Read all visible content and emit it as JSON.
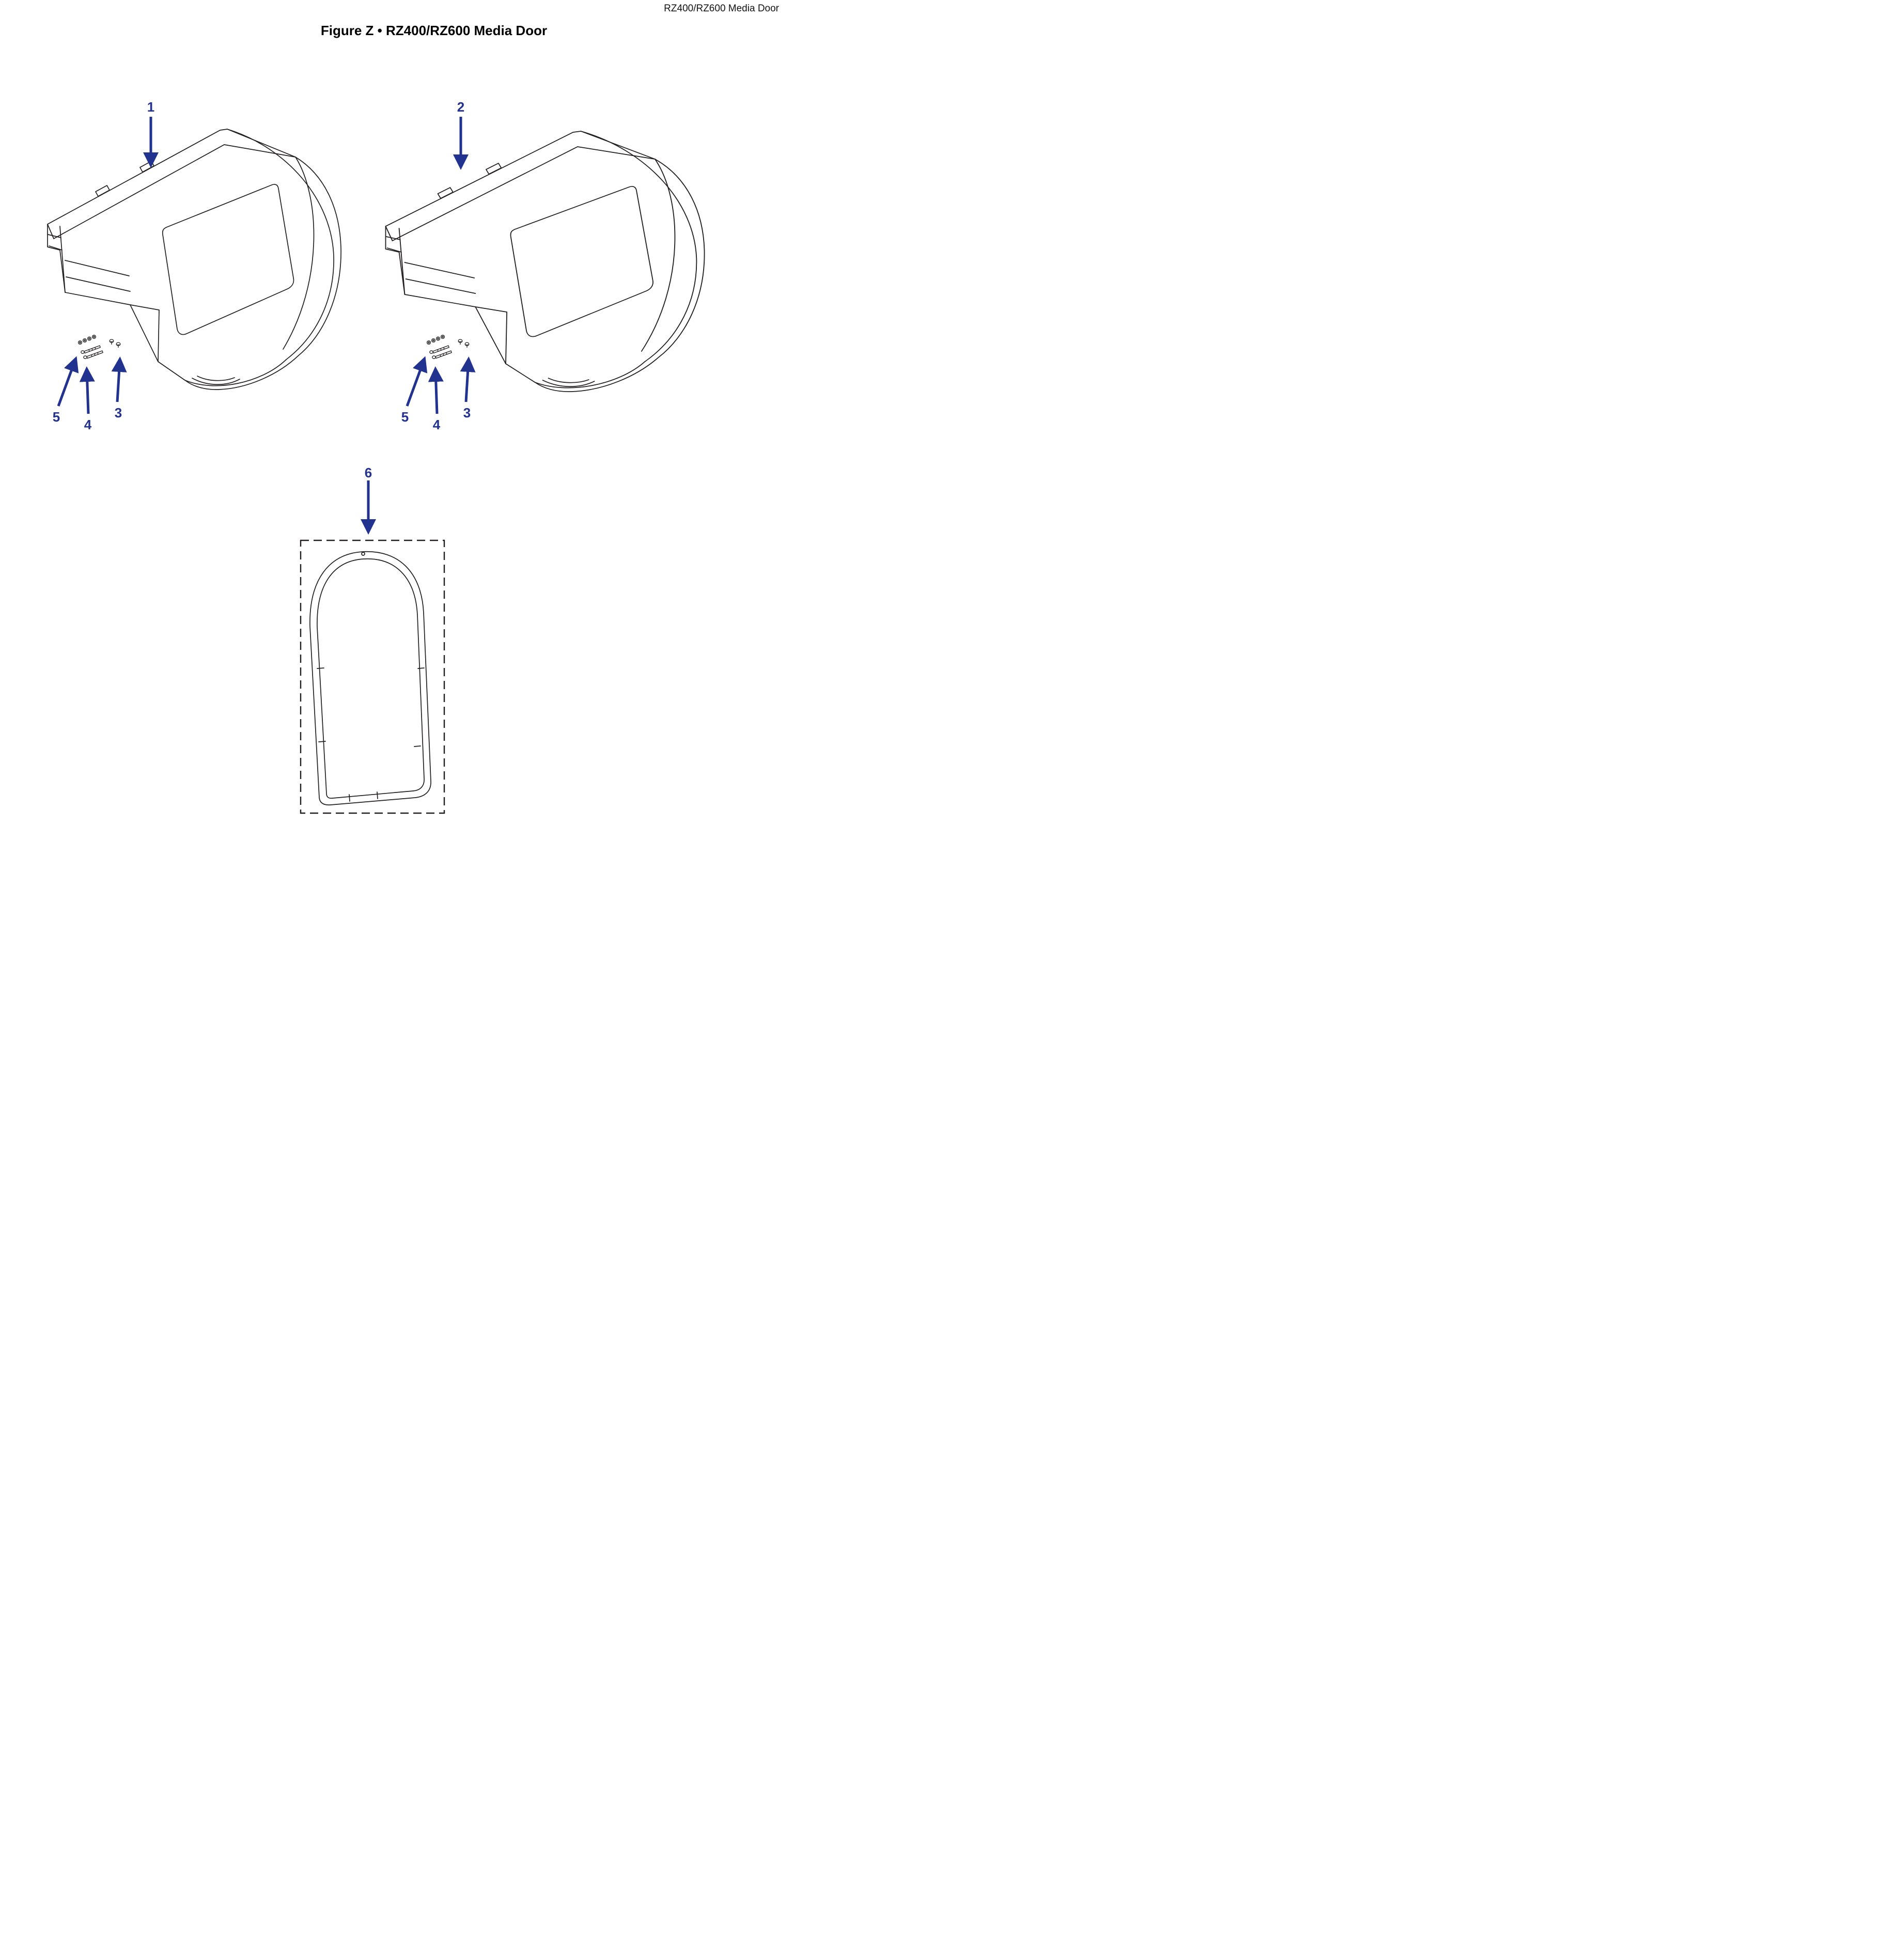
{
  "header": {
    "document_title": "RZ400/RZ600 Media Door"
  },
  "figure": {
    "title": "Figure Z • RZ400/RZ600 Media Door"
  },
  "callouts": {
    "c1": "1",
    "c2": "2",
    "c3": "3",
    "c4": "4",
    "c5": "5",
    "c6": "6"
  },
  "colors": {
    "callout_blue": "#22328F",
    "line_black": "#231F20",
    "background": "#FFFFFF"
  }
}
